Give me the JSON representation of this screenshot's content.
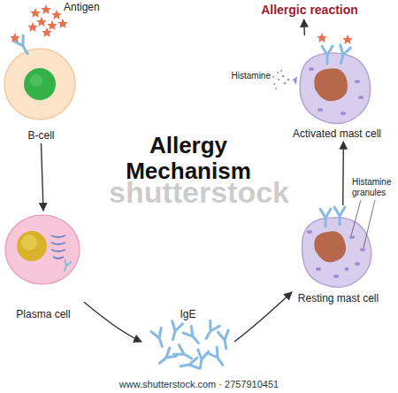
{
  "diagram": {
    "title": "Allergy Mechanism",
    "nodes": [
      {
        "text": [
          "B-cell"
        ]
      },
      {
        "text": [
          "Plasma cell"
        ]
      },
      {
        "text": [
          "IgE"
        ]
      },
      {
        "text": [
          "Resting mast cell"
        ]
      },
      {
        "text": [
          "Activated mast cell"
        ]
      },
      {
        "text": [
          "Allergic reaction"
        ]
      }
    ],
    "edges": [
      {
        "from": 0,
        "to": 1,
        "arrow": "to"
      },
      {
        "from": 1,
        "to": 2,
        "arrow": "to"
      },
      {
        "from": 2,
        "to": 3,
        "arrow": "to"
      },
      {
        "from": 3,
        "to": 4,
        "arrow": "to"
      },
      {
        "from": 4,
        "to": 5,
        "arrow": "to"
      }
    ],
    "labels": [
      "Antigen",
      "Histamine",
      "Histamine granules",
      "shutterstock",
      "www.shutterstock.com · 2757910451"
    ]
  }
}
